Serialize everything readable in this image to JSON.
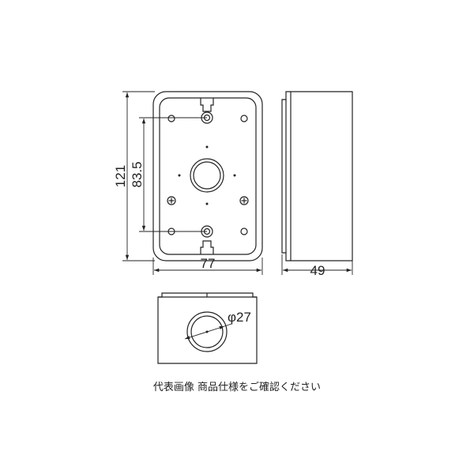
{
  "dimensions": {
    "height_total": "121",
    "height_mount": "83.5",
    "width": "77",
    "depth": "49",
    "hole_diameter": "φ27"
  },
  "caption": "代表画像 商品仕様をご確認ください",
  "colors": {
    "line": "#222222",
    "background": "#ffffff"
  }
}
